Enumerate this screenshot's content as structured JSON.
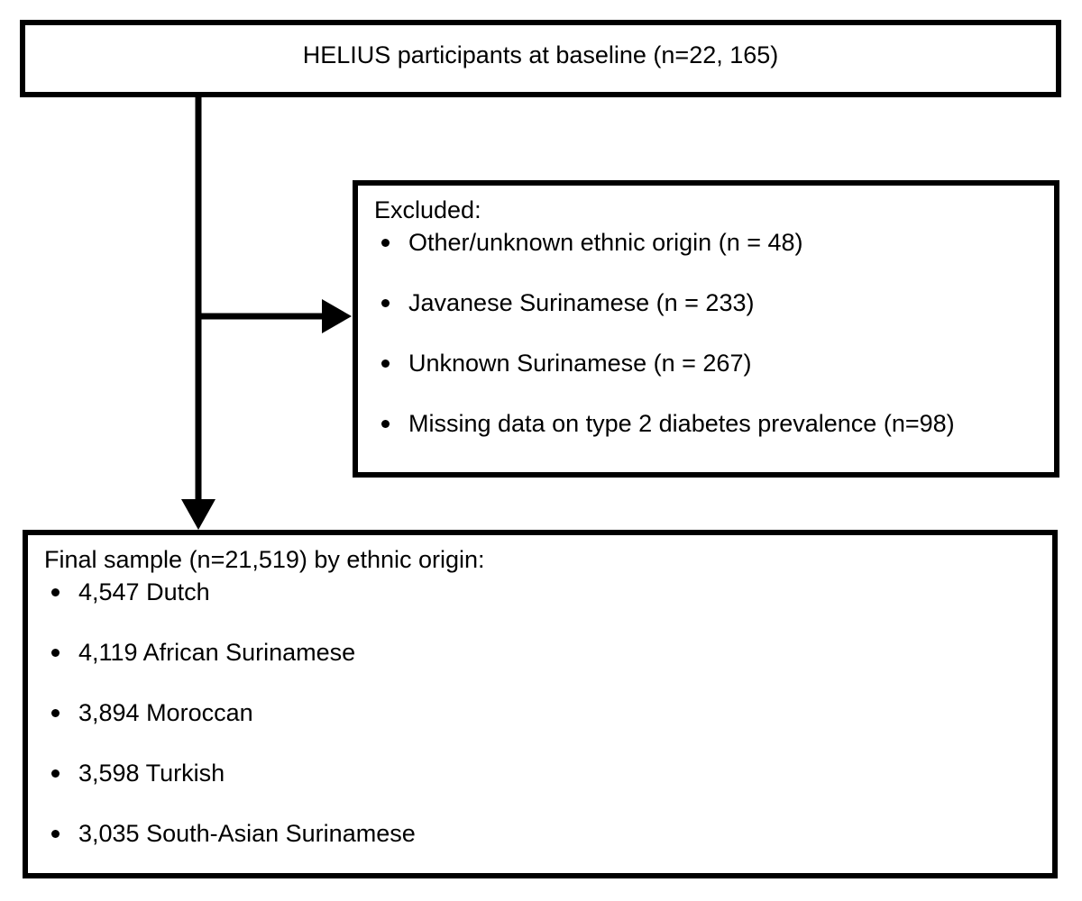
{
  "diagram": {
    "top_box": {
      "text": "HELIUS participants at baseline (n=22, 165)"
    },
    "excluded_box": {
      "title": "Excluded:",
      "items": [
        "Other/unknown ethnic origin (n = 48)",
        "Javanese Surinamese (n = 233)",
        "Unknown Surinamese (n = 267)",
        "Missing data on type 2 diabetes prevalence (n=98)"
      ]
    },
    "final_box": {
      "title": "Final sample (n=21,519) by ethnic origin:",
      "items": [
        "4,547 Dutch",
        "4,119 African Surinamese",
        "3,894 Moroccan",
        "3,598 Turkish",
        "3,035 South-Asian Surinamese"
      ]
    },
    "colors": {
      "border": "#000000",
      "background": "#ffffff",
      "text": "#000000"
    },
    "bullet_glyph": "•"
  }
}
